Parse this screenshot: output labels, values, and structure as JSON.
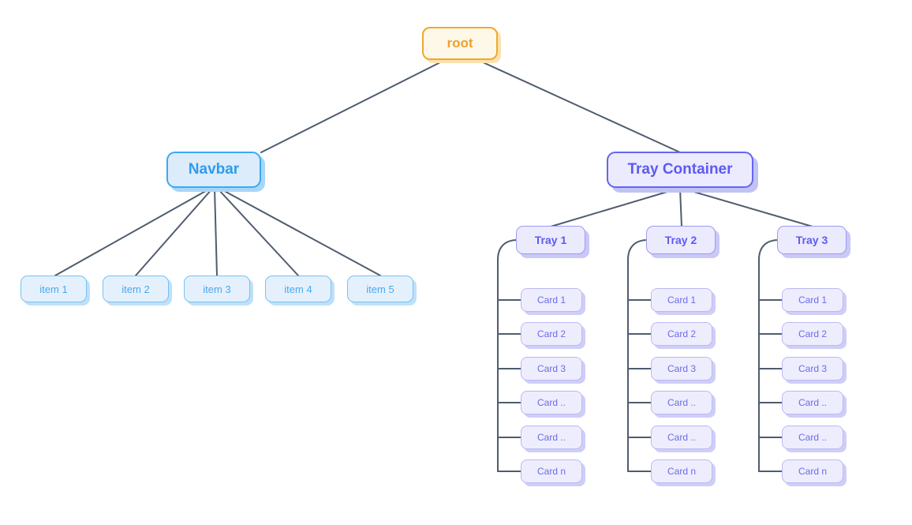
{
  "diagram": {
    "type": "tree",
    "title": "root",
    "background": "#ffffff",
    "edge_color": "#4f5d6e"
  },
  "colors": {
    "root_border": "#f0a829",
    "root_fill": "#fdf8e8",
    "root_text": "#f0a02a",
    "blue_border": "#3ba9f6",
    "blue_fill": "#dcecfb",
    "blue_text": "#2d9cf0",
    "indigo_border": "#6366f1",
    "indigo_fill": "#eceafd",
    "indigo_text": "#5b5bf0",
    "card_border": "#b9b9f4",
    "card_fill": "#eeedfd",
    "card_text": "#6b6ce8",
    "edge": "#4f5d6e"
  },
  "root": {
    "label": "root"
  },
  "branches": {
    "navbar": {
      "label": "Navbar",
      "items": [
        {
          "label": "item 1"
        },
        {
          "label": "item 2"
        },
        {
          "label": "item 3"
        },
        {
          "label": "item 4"
        },
        {
          "label": "item 5"
        }
      ]
    },
    "tray_container": {
      "label": "Tray Container",
      "trays": [
        {
          "label": "Tray 1",
          "cards": [
            {
              "label": "Card 1"
            },
            {
              "label": "Card 2"
            },
            {
              "label": "Card 3"
            },
            {
              "label": "Card .."
            },
            {
              "label": "Card .."
            },
            {
              "label": "Card n"
            }
          ]
        },
        {
          "label": "Tray 2",
          "cards": [
            {
              "label": "Card 1"
            },
            {
              "label": "Card 2"
            },
            {
              "label": "Card 3"
            },
            {
              "label": "Card .."
            },
            {
              "label": "Card .."
            },
            {
              "label": "Card n"
            }
          ]
        },
        {
          "label": "Tray 3",
          "cards": [
            {
              "label": "Card 1"
            },
            {
              "label": "Card 2"
            },
            {
              "label": "Card 3"
            },
            {
              "label": "Card .."
            },
            {
              "label": "Card .."
            },
            {
              "label": "Card n"
            }
          ]
        }
      ]
    }
  }
}
